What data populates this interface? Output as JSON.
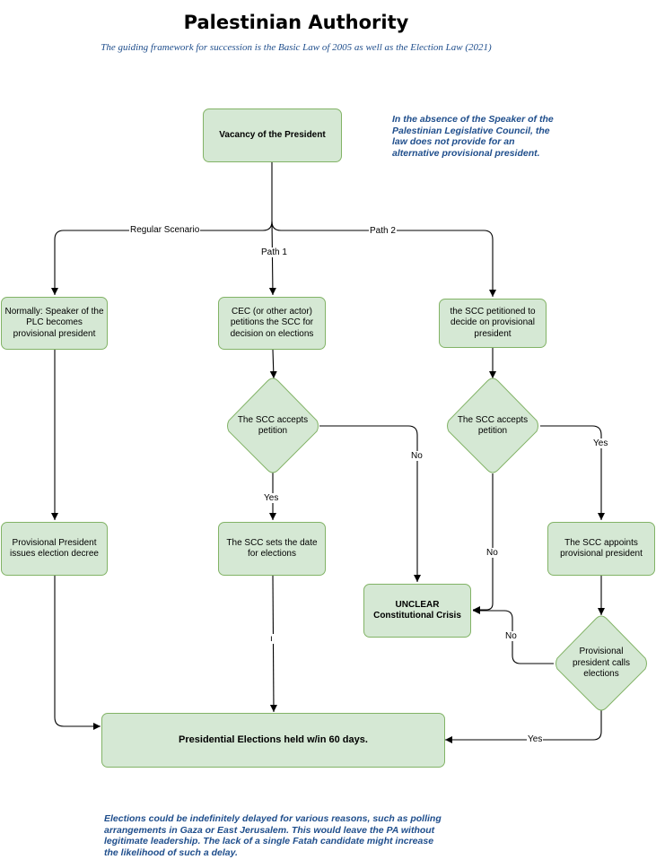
{
  "title": "Palestinian Authority",
  "subtitle": "The guiding framework for succession is the Basic Law of 2005 as well as the Election Law (2021)",
  "notes": {
    "top_right": "In the absence of the Speaker of the Palestinian Legislative Council, the law does not provide for an alternative provisional president.",
    "bottom": "Elections could be indefinitely delayed for various reasons, such as polling arrangements in Gaza or East Jerusalem. This would leave the PA without legitimate leadership. The lack of a single Fatah candidate might increase the likelihood of such a delay."
  },
  "nodes": {
    "vacancy": "Vacancy of the President",
    "speaker": "Normally: Speaker of the PLC becomes provisional president",
    "cec": "CEC (or other actor) petitions the SCC for decision on elections",
    "scc_petitioned": "the SCC petitioned to decide on provisional president",
    "accepts_1": "The SCC accepts petition",
    "accepts_2": "The SCC accepts petition",
    "decree": "Provisional President issues election decree",
    "sets_date": "The SCC sets the date for elections",
    "appoints": "The SCC appoints provisional president",
    "unclear": "UNCLEAR Constitutional Crisis",
    "calls": "Provisional president calls elections",
    "elections": "Presidential Elections held w/in 60 days."
  },
  "edge_labels": {
    "regular": "Regular Scenario",
    "path1": "Path 1",
    "path2": "Path 2",
    "no_1": "No",
    "yes_1": "Yes",
    "yes_2": "Yes",
    "no_2": "No",
    "no_3": "No",
    "yes_3": "Yes",
    "mark": "ı"
  },
  "colors": {
    "node_fill": "#d5e8d4",
    "node_border": "#82b366",
    "note_text": "#1f4e8c",
    "edge": "#000000"
  }
}
